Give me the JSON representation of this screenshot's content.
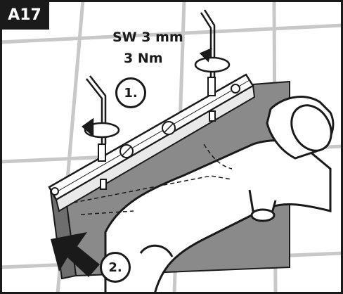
{
  "figure": {
    "step_label": "A17",
    "tool_spec": "SW 3 mm",
    "torque_spec": "3 Nm",
    "step_one_label": "1.",
    "step_two_label": "2."
  },
  "colors": {
    "ink": "#1a1a1a",
    "tile": "#ffffff",
    "grout": "#c8c8c8",
    "panel_shade": "#8a8a8a",
    "panel_dark": "#6e6e6e",
    "paper": "#ffffff"
  },
  "icons": {
    "hex_key": "allen-key-icon",
    "rotate": "rotate-arrow-icon",
    "push": "push-arrow-icon"
  }
}
